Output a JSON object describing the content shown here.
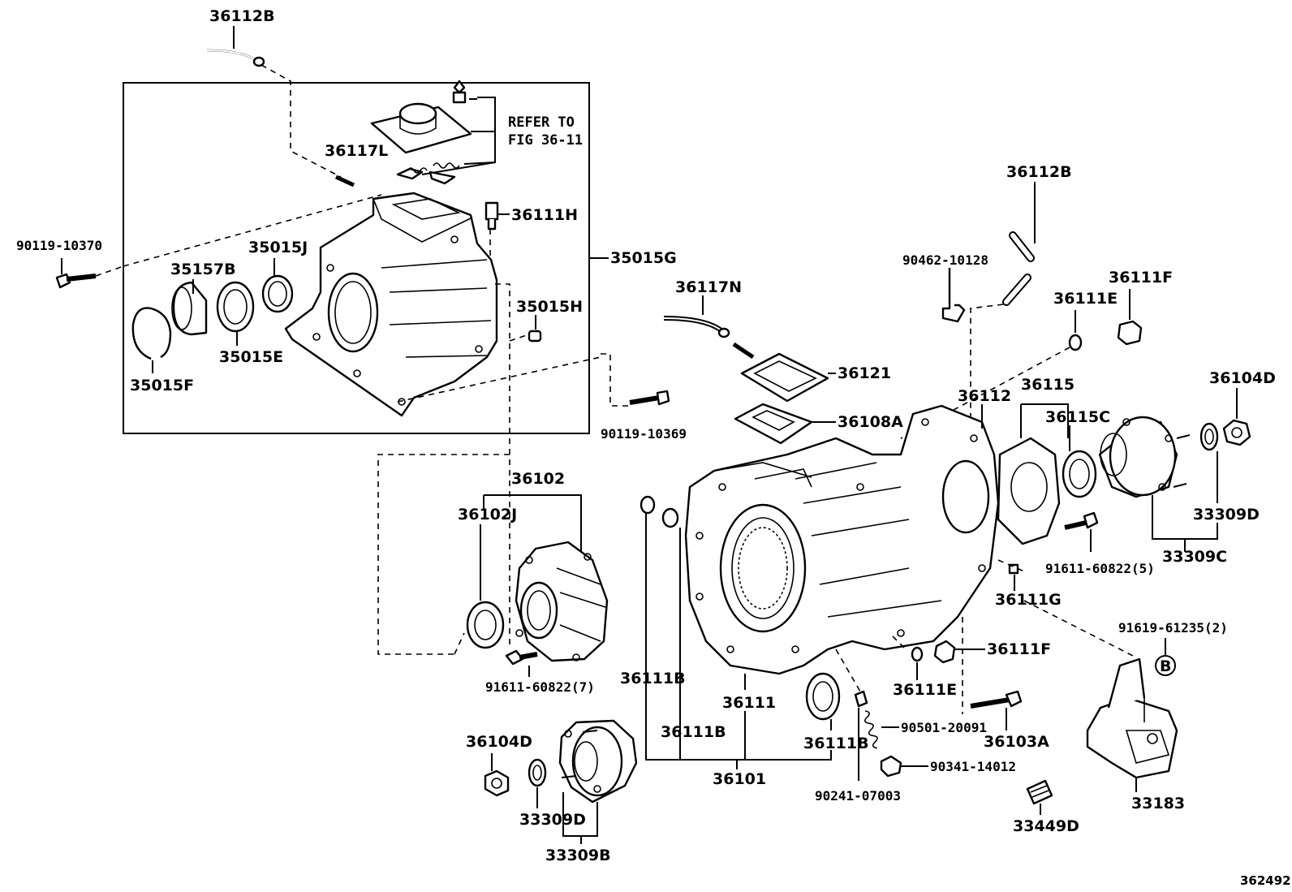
{
  "diagram": {
    "catalog_id": "362492",
    "refer_note": [
      "REFER TO",
      "FIG 36-11"
    ],
    "callout_letter": "B",
    "labels": {
      "p36112B_top": "36112B",
      "p36117L": "36117L",
      "p36111H": "36111H",
      "p90119_10370": "90119-10370",
      "p35157B": "35157B",
      "p35015J": "35015J",
      "p35015G": "35015G",
      "p35015H": "35015H",
      "p35015E": "35015E",
      "p35015F": "35015F",
      "p90119_10369": "90119-10369",
      "p36112B_right": "36112B",
      "p90462_10128": "90462-10128",
      "p36111F_top": "36111F",
      "p36111E_top": "36111E",
      "p36117N": "36117N",
      "p36121": "36121",
      "p36108A": "36108A",
      "p36112": "36112",
      "p36115": "36115",
      "p36115C": "36115C",
      "p36104D_right": "36104D",
      "p36102": "36102",
      "p36102J": "36102J",
      "p33309D_right": "33309D",
      "p91611_60822_5": "91611-60822(5)",
      "p33309C": "33309C",
      "p36111G": "36111G",
      "p91619_61235_2": "91619-61235(2)",
      "p91611_60822_7": "91611-60822(7)",
      "p36111B_a": "36111B",
      "p36111F_bottom": "36111F",
      "p36111E_bottom": "36111E",
      "p36111": "36111",
      "p36111B_b": "36111B",
      "p36111B_c": "36111B",
      "p90501_20091": "90501-20091",
      "p36103A": "36103A",
      "p36104D_left": "36104D",
      "p36101": "36101",
      "p90341_14012": "90341-14012",
      "p90241_07003": "90241-07003",
      "p33183": "33183",
      "p33309D_left": "33309D",
      "p33449D": "33449D",
      "p33309B": "33309B"
    }
  }
}
